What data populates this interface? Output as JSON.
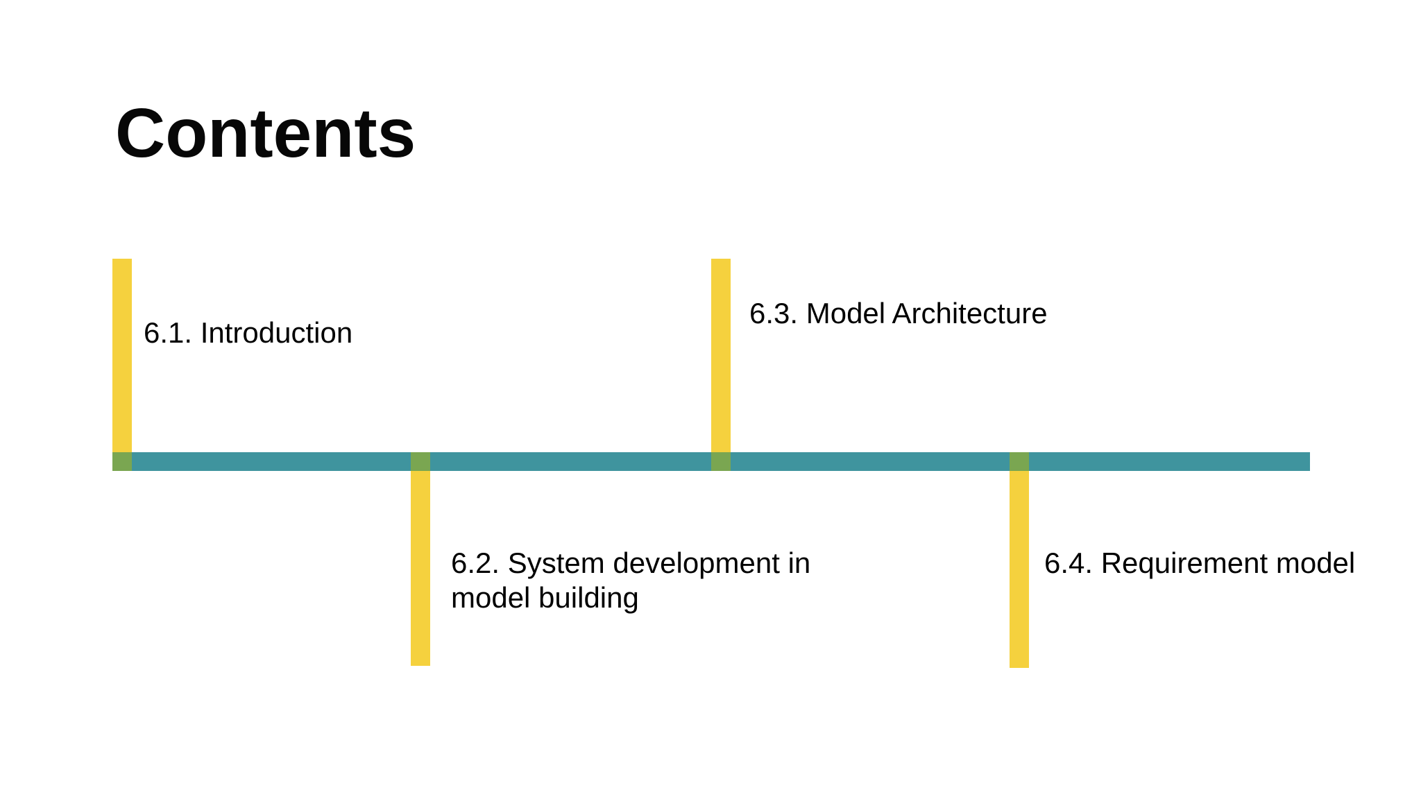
{
  "slide": {
    "title": "Contents"
  },
  "timeline": {
    "items": [
      {
        "number": "6.1",
        "label": "6.1. Introduction",
        "side": "above"
      },
      {
        "number": "6.2",
        "label": "6.2. System development in model building",
        "side": "below"
      },
      {
        "number": "6.3",
        "label": "6.3. Model Architecture",
        "side": "above"
      },
      {
        "number": "6.4",
        "label": "6.4. Requirement model",
        "side": "below"
      }
    ],
    "colors": {
      "axis": "#3f949e",
      "marker": "#f5d13e",
      "joint": "#7aa651",
      "text": "#000000",
      "background": "#ffffff"
    }
  }
}
